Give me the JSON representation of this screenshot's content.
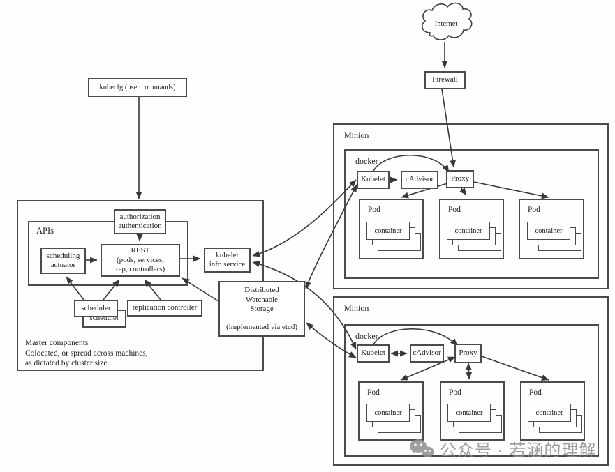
{
  "labels": {
    "internet": "Internet",
    "firewall": "Firewall",
    "kubecfg": "kubecfg (user commands)",
    "authorization": "authorization",
    "authentication": "authentication",
    "apis": "APIs",
    "scheduling": "scheduling",
    "actuator": "actuator",
    "rest_line1": "REST",
    "rest_line2": "(pods, services,",
    "rest_line3": "rep, controllers)",
    "kubelet_info_line1": "kubelet",
    "kubelet_info_line2": "info service",
    "storage_line1": "Distributed",
    "storage_line2": "Watchable",
    "storage_line3": "Storage",
    "storage_line4": "(implemented via etcd)",
    "scheduler": "scheduler",
    "replication_controller": "replication controller",
    "note_line1": "Master components",
    "note_line2": "Colocated, or spread across machines,",
    "note_line3": "as dictated by cluster size.",
    "minion": "Minion",
    "docker": "docker",
    "kubelet": "Kubelet",
    "cadvisor": "cAdvisor",
    "proxy": "Proxy",
    "pod": "Pod",
    "container": "container"
  },
  "watermark": {
    "text": "公众号 · 若涵的理解",
    "icon": "wechat-icon"
  },
  "colors": {
    "line": "#4b4b4b",
    "arrow": "#383838",
    "text": "#1c1c1c",
    "watermark": "#8f8f8f",
    "background": "#ffffff"
  }
}
